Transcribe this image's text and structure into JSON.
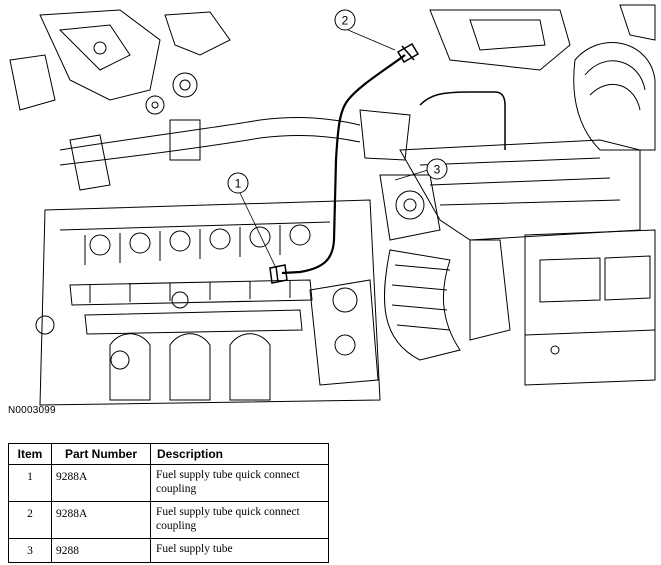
{
  "figure": {
    "id": "N0003099"
  },
  "callouts": [
    "1",
    "2",
    "3"
  ],
  "table": {
    "headers": {
      "item": "Item",
      "part_number": "Part Number",
      "description": "Description"
    },
    "rows": [
      {
        "item": "1",
        "part_number": "9288A",
        "description": "Fuel supply tube quick connect coupling"
      },
      {
        "item": "2",
        "part_number": "9288A",
        "description": "Fuel supply tube quick connect coupling"
      },
      {
        "item": "3",
        "part_number": "9288",
        "description": "Fuel supply tube"
      }
    ]
  }
}
